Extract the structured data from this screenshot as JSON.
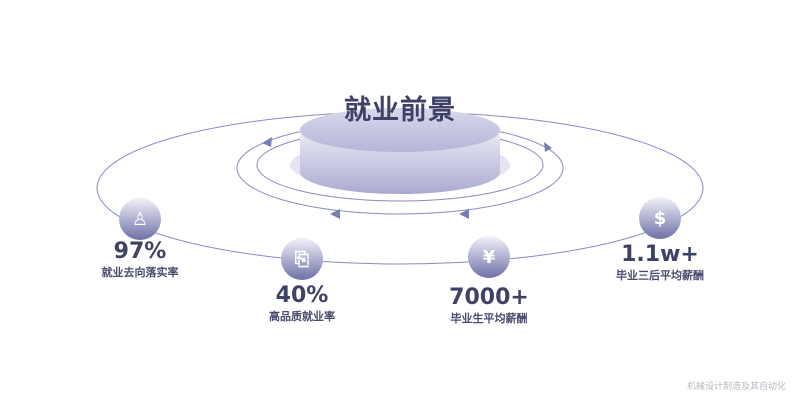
{
  "title": "就业前景",
  "items": [
    {
      "icon": "desk-worker-icon",
      "value": "97%",
      "label": "就业去向落实率"
    },
    {
      "icon": "document-search-icon",
      "value": "40%",
      "label": "高品质就业率"
    },
    {
      "icon": "hand-yuan-icon",
      "value": "7000+",
      "label": "毕业生平均薪酬"
    },
    {
      "icon": "dollar-cycle-icon",
      "value": "1.1w+",
      "label": "毕业三后平均薪酬"
    }
  ],
  "footer": "机械设计制造及其自动化",
  "colors": {
    "accent": "#3f4266",
    "line": "#8a8cc0"
  }
}
